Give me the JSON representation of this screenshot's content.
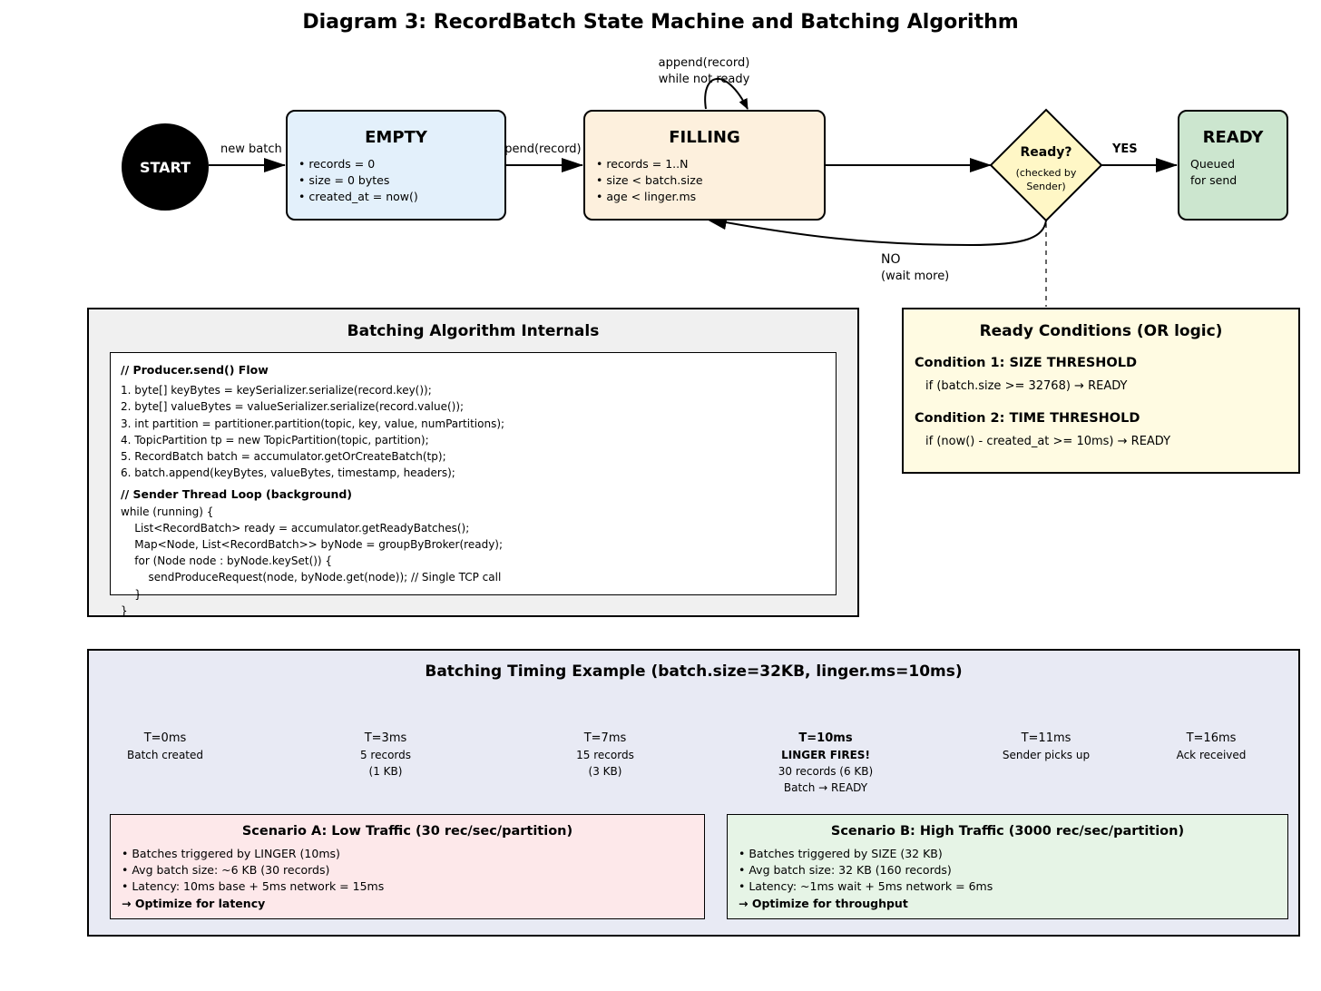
{
  "title": "Diagram 3: RecordBatch State Machine and Batching Algorithm",
  "colors": {
    "empty_fill": "#e3f0fb",
    "filling_fill": "#fdf0dd",
    "ready_fill": "#cce6cf",
    "diamond_fill": "#fff7c6",
    "internals_bg": "#f0f0f0",
    "conditions_bg": "#fffbe2",
    "timing_bg": "#e8eaf4",
    "scenario_a_bg": "#fde8ea",
    "scenario_b_bg": "#e6f4e6"
  },
  "state_machine": {
    "start": "START",
    "empty": {
      "title": "EMPTY",
      "lines": [
        "• records = 0",
        "• size = 0 bytes",
        "• created_at = now()"
      ]
    },
    "filling": {
      "title": "FILLING",
      "lines": [
        "• records = 1..N",
        "• size < batch.size",
        "• age < linger.ms"
      ]
    },
    "decision": {
      "title": "Ready?",
      "note_line1": "(checked by",
      "note_line2": "Sender)"
    },
    "ready": {
      "title": "READY",
      "line1": "Queued",
      "line2": "for send"
    },
    "edges": {
      "new_batch": "new batch",
      "append": "append(record)",
      "self_loop_line1": "append(record)",
      "self_loop_line2": "while not ready",
      "yes": "YES",
      "no_line1": "NO",
      "no_line2": "(wait more)"
    }
  },
  "internals": {
    "title": "Batching Algorithm Internals",
    "section1_header": "// Producer.send() Flow",
    "section1_lines": [
      "1. byte[] keyBytes = keySerializer.serialize(record.key());",
      "2. byte[] valueBytes = valueSerializer.serialize(record.value());",
      "3. int partition = partitioner.partition(topic, key, value, numPartitions);",
      "4. TopicPartition tp = new TopicPartition(topic, partition);",
      "5. RecordBatch batch = accumulator.getOrCreateBatch(tp);",
      "6. batch.append(keyBytes, valueBytes, timestamp, headers);"
    ],
    "section2_header": "// Sender Thread Loop (background)",
    "section2_lines": [
      "while (running) {",
      "    List<RecordBatch> ready = accumulator.getReadyBatches();",
      "    Map<Node, List<RecordBatch>> byNode = groupByBroker(ready);",
      "    for (Node node : byNode.keySet()) {",
      "        sendProduceRequest(node, byNode.get(node)); // Single TCP call",
      "    }",
      "}"
    ]
  },
  "conditions": {
    "title": "Ready Conditions (OR logic)",
    "cond1_title": "Condition 1: SIZE THRESHOLD",
    "cond1_text": "if (batch.size >= 32768) → READY",
    "cond2_title": "Condition 2: TIME THRESHOLD",
    "cond2_text": "if (now() - created_at >= 10ms) → READY"
  },
  "timing": {
    "title": "Batching Timing Example (batch.size=32KB, linger.ms=10ms)",
    "ticks": [
      {
        "label": "T=0ms",
        "lines": [
          "Batch created"
        ]
      },
      {
        "label": "T=3ms",
        "lines": [
          "5 records",
          "(1 KB)"
        ]
      },
      {
        "label": "T=7ms",
        "lines": [
          "15 records",
          "(3 KB)"
        ]
      },
      {
        "label": "T=10ms",
        "lines": [
          "LINGER FIRES!",
          "30 records (6 KB)",
          "Batch → READY"
        ]
      },
      {
        "label": "T=11ms",
        "lines": [
          "Sender picks up"
        ]
      },
      {
        "label": "T=16ms",
        "lines": [
          "Ack received"
        ]
      }
    ],
    "scenario_a": {
      "title": "Scenario A: Low Traffic (30 rec/sec/partition)",
      "lines": [
        "• Batches triggered by LINGER (10ms)",
        "• Avg batch size: ~6 KB (30 records)",
        "• Latency: 10ms base + 5ms network = 15ms"
      ],
      "conclusion": "→ Optimize for latency"
    },
    "scenario_b": {
      "title": "Scenario B: High Traffic (3000 rec/sec/partition)",
      "lines": [
        "• Batches triggered by SIZE (32 KB)",
        "• Avg batch size: 32 KB (160 records)",
        "• Latency: ~1ms wait + 5ms network = 6ms"
      ],
      "conclusion": "→ Optimize for throughput"
    }
  }
}
